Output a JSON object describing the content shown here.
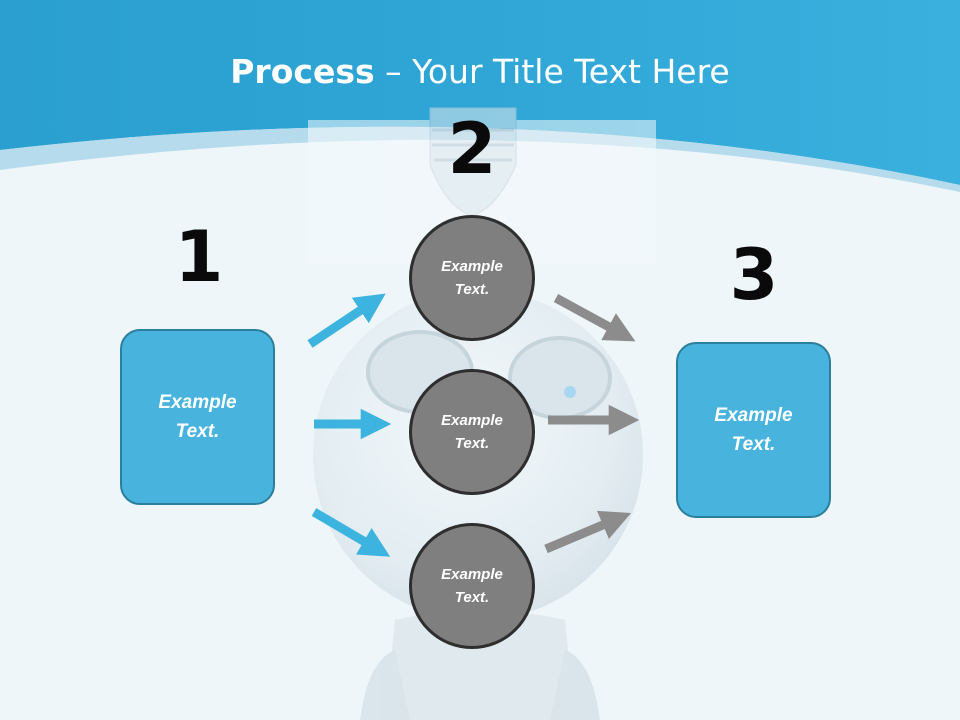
{
  "title": {
    "bold": "Process",
    "rest": " – Your Title Text Here"
  },
  "steps": [
    {
      "number": "1",
      "text": "Example\nText."
    },
    {
      "number": "2",
      "items": [
        "Example\nText.",
        "Example\nText.",
        "Example\nText."
      ]
    },
    {
      "number": "3",
      "text": "Example\nText."
    }
  ],
  "colors": {
    "header": "#2aa3d3",
    "box_fill": "#48b4de",
    "circle_fill": "#7f7f7f",
    "arrow_in": "#3db3e0",
    "arrow_out": "#8c8c8c"
  }
}
